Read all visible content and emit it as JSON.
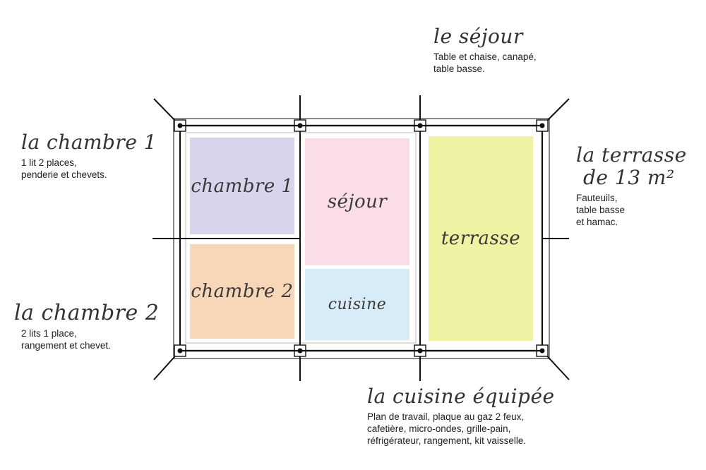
{
  "rooms": {
    "chambre1": {
      "label": "chambre 1",
      "color": "#d9d3ec"
    },
    "chambre2": {
      "label": "chambre 2",
      "color": "#f8d6b8"
    },
    "sejour": {
      "label": "séjour",
      "color": "#fadde6"
    },
    "cuisine": {
      "label": "cuisine",
      "color": "#d8ecf8"
    },
    "terrasse": {
      "label": "terrasse",
      "color": "#eef2a2"
    }
  },
  "annotations": {
    "sejour": {
      "title": "le séjour",
      "desc_lines": [
        "Table et chaise, canapé,",
        "table basse."
      ]
    },
    "chambre1": {
      "title": "la chambre 1",
      "desc_lines": [
        "1 lit 2 places,",
        "penderie et chevets."
      ]
    },
    "chambre2": {
      "title": "la chambre 2",
      "desc_lines": [
        "2 lits 1 place,",
        "rangement et chevet."
      ]
    },
    "terrasse": {
      "title_lines": [
        "la terrasse",
        "de 13 m²"
      ],
      "desc_lines": [
        "Fauteuils,",
        "table basse",
        "et hamac."
      ]
    },
    "cuisine": {
      "title": "la cuisine équipée",
      "desc_lines": [
        "Plan de travail, plaque au gaz 2 feux,",
        "cafetière, micro-ondes, grille-pain,",
        "réfrigérateur, rangement, kit vaisselle."
      ]
    }
  },
  "colors": {
    "line": "#111111",
    "wall": "#bdbdbd"
  }
}
